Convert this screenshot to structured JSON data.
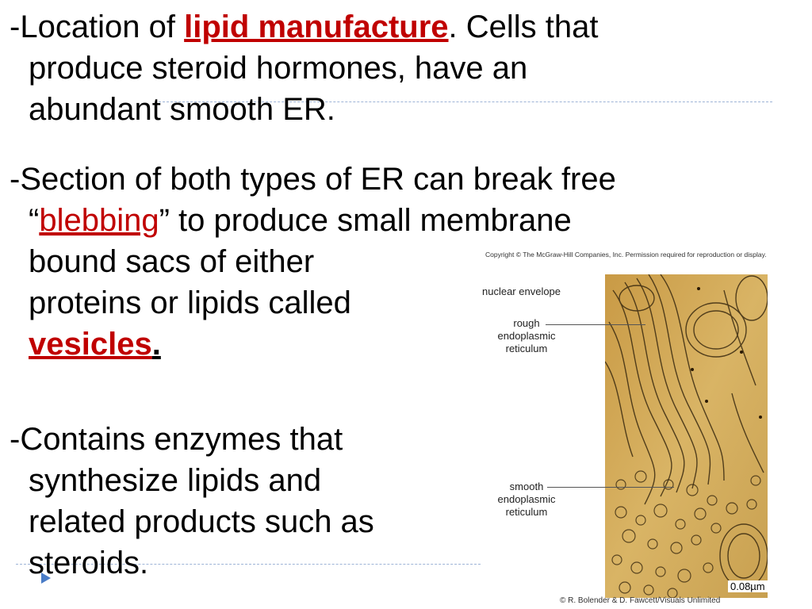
{
  "slide": {
    "paragraph1": {
      "line1_prefix": "-Location of ",
      "line1_link": "lipid manufacture",
      "line1_suffix": ".  Cells that",
      "line2": "produce steroid hormones, have an",
      "line3": "abundant smooth ER."
    },
    "paragraph2": {
      "line1": "-Section of both types of ER can break free",
      "line2_prefix": "“",
      "line2_link": "blebbing",
      "line2_suffix": "” to produce small membrane",
      "line3": "bound sacs of either",
      "line4": "proteins or lipids called",
      "line5_link": "vesicles",
      "line5_suffix": "."
    },
    "paragraph3": {
      "line1": "-Contains enzymes that",
      "line2": "synthesize lipids and",
      "line3": "related products such as",
      "line4": "steroids."
    }
  },
  "figure": {
    "copyright": "Copyright © The McGraw-Hill Companies, Inc. Permission required for reproduction or display.",
    "label_nuclear": "nuclear envelope",
    "label_rough": "rough\nendoplasmic\nreticulum",
    "label_smooth": "smooth\nendoplasmic\nreticulum",
    "scale": "0.08µm",
    "credit": "© R. Bolender & D. Fawcett/Visuals Unlimited"
  },
  "colors": {
    "accent_red": "#c00000",
    "bullet_blue": "#4a7cc7",
    "dash_blue": "#9db3d6",
    "micrograph_base": "#cfa552"
  }
}
